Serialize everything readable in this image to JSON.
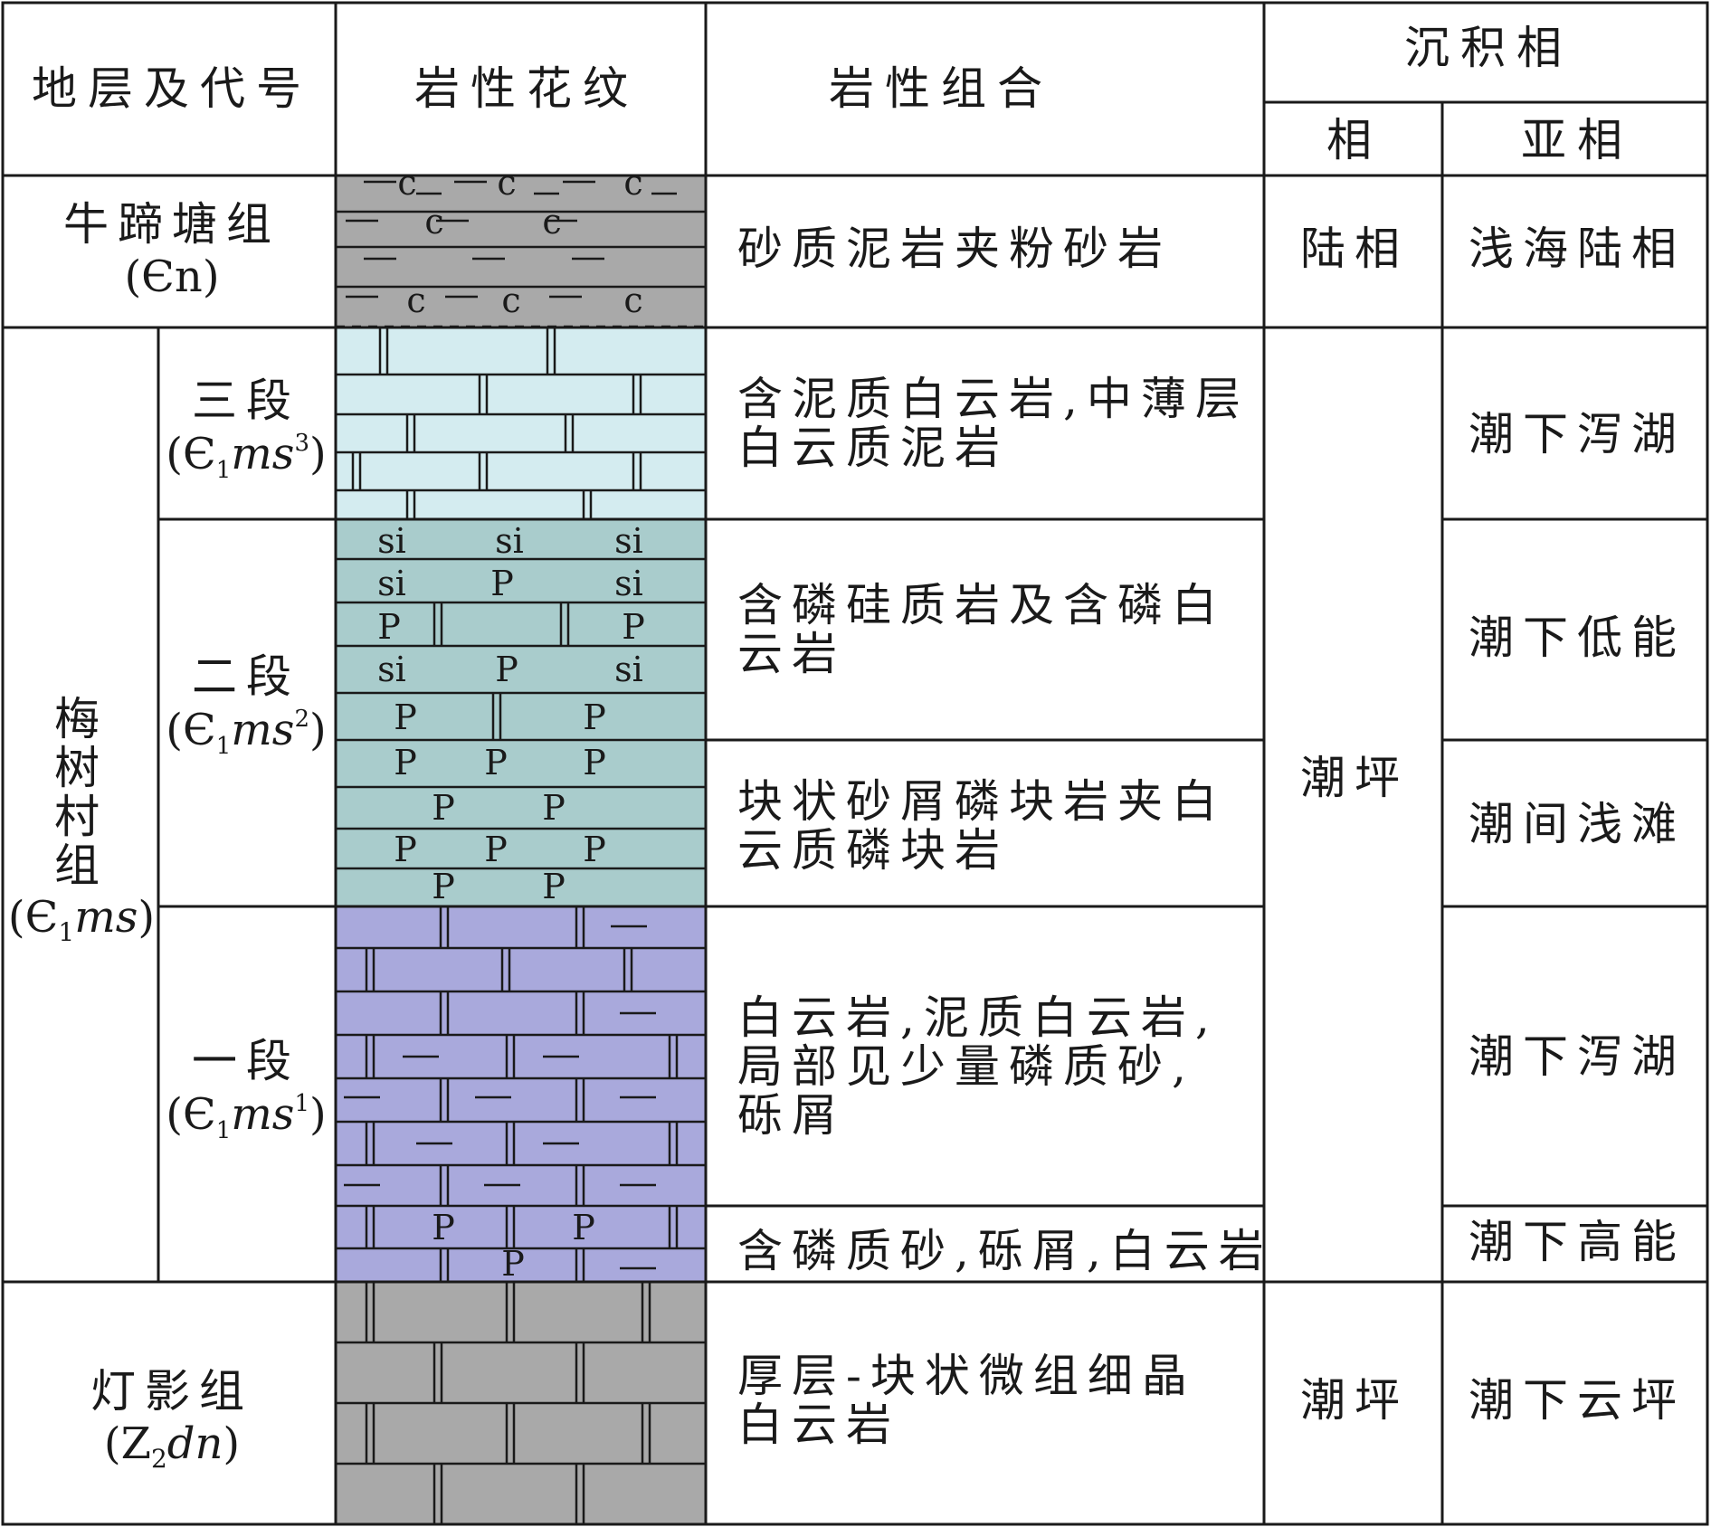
{
  "header": {
    "stratum": "地层及代号",
    "lithology_pattern": "岩性花纹",
    "lithology_assemblage": "岩性组合",
    "sedimentary_facies": "沉积相",
    "facies": "相",
    "subfacies": "亚相"
  },
  "niutitang": {
    "name": "牛蹄塘组",
    "code": "(Єn)",
    "lithology": "砂质泥岩夹粉砂岩",
    "facies": "陆相",
    "subfacies": "浅海陆相"
  },
  "meishucun": {
    "name": "梅树村组",
    "code": "(Є1ms)",
    "facies": "潮坪",
    "members": [
      {
        "name": "三段",
        "code": "(Є1ms3)",
        "lithology": "含泥质白云岩,中薄层白云质泥岩",
        "subfacies": "潮下泻湖"
      },
      {
        "name": "二段",
        "code": "(Є1ms2)",
        "lithology": [
          "含磷硅质岩及含磷白云岩",
          "块状砂屑磷块岩夹白云质磷块岩"
        ],
        "subfacies": [
          "潮下低能",
          "潮间浅滩"
        ]
      },
      {
        "name": "一段",
        "code": "(Є1ms1)",
        "lithology": [
          "白云岩,泥质白云岩,局部见少量磷质砂,砾屑",
          "含磷质砂,砾屑,白云岩"
        ],
        "subfacies": [
          "潮下泻湖",
          "潮下高能"
        ]
      }
    ]
  },
  "dengying": {
    "name": "灯影组",
    "code": "(Z2dn)",
    "lithology": "厚层-块状微组细晶白云岩",
    "facies": "潮坪",
    "subfacies": "潮下云坪"
  },
  "symbols": {
    "carbonaceous": "c",
    "siliceous": "si",
    "phosphorus": "P"
  },
  "colors": {
    "mudstone": "#a9a9a9",
    "member3": "#d4ecf0",
    "member2": "#a9cccc",
    "member1": "#a9a9dc",
    "dengying": "#a9a9a9"
  }
}
